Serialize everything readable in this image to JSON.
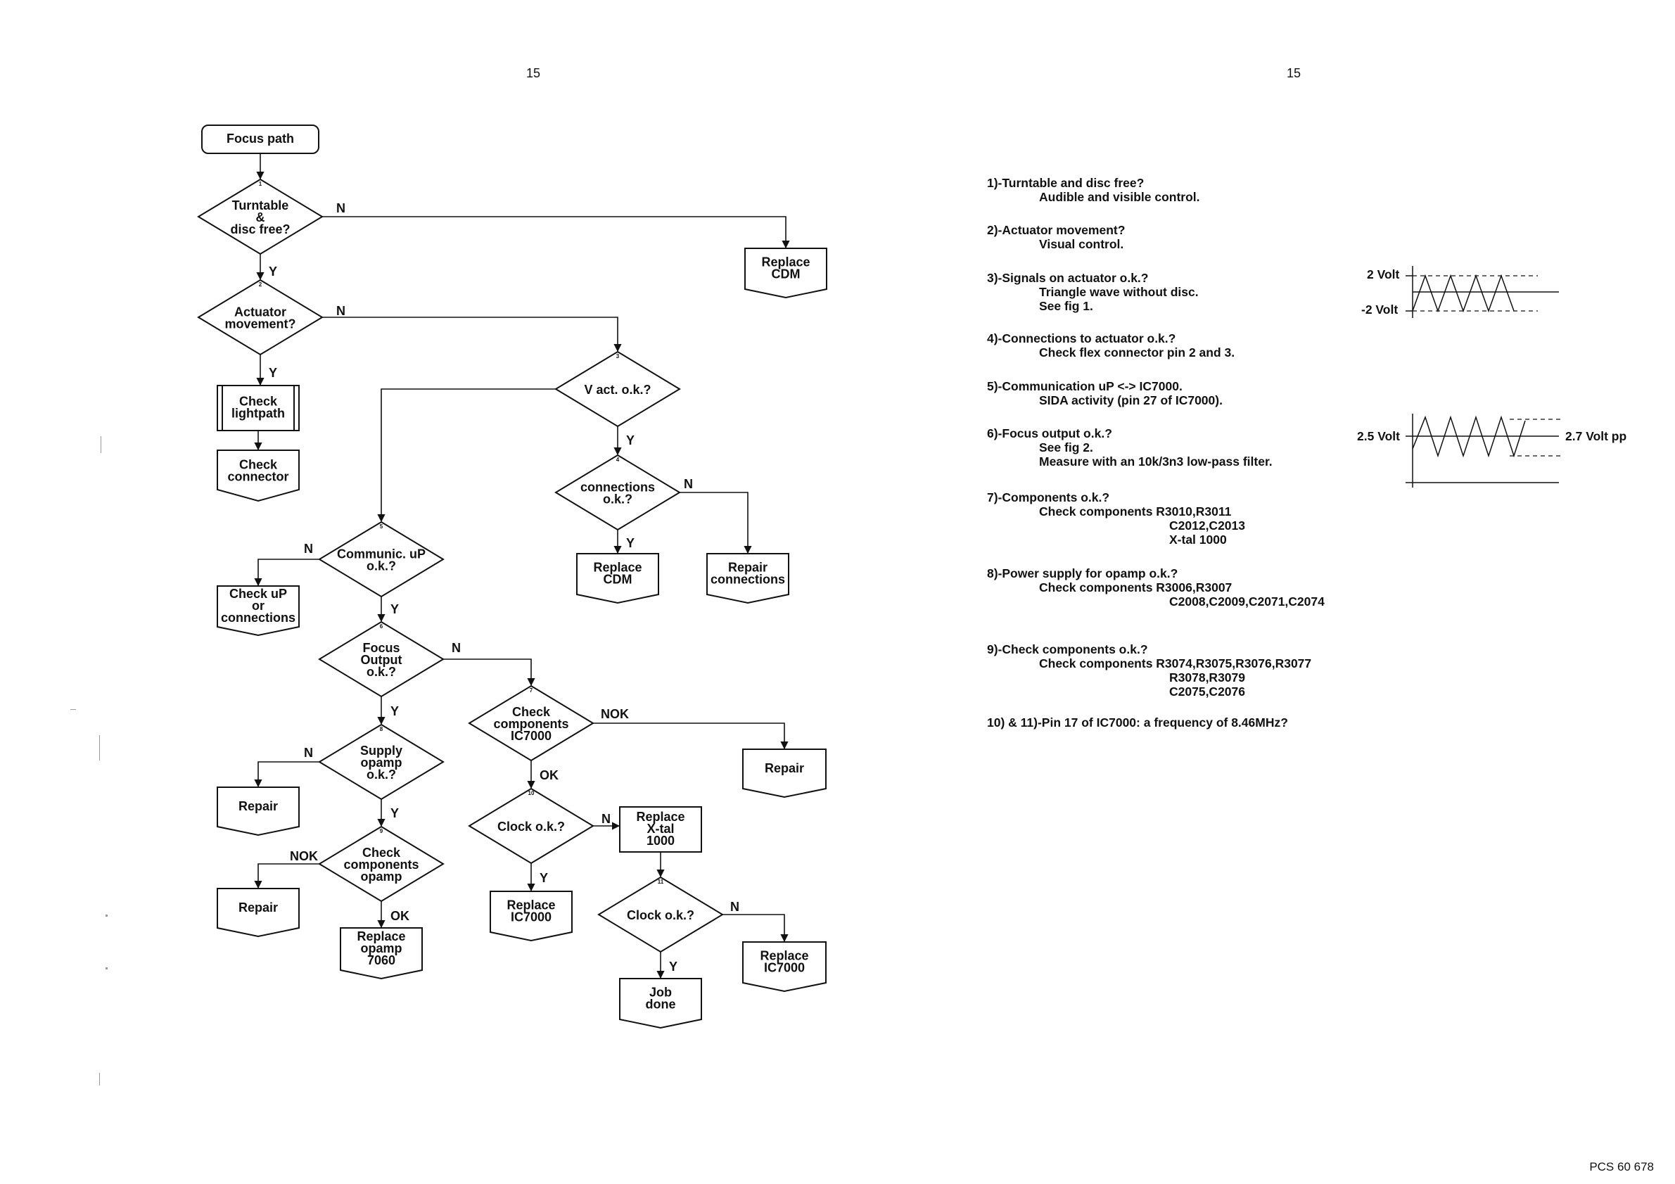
{
  "page": {
    "left_page_number": "15",
    "right_page_number": "15",
    "footer": "PCS 60 678"
  },
  "flowchart": {
    "start": "Focus path",
    "nodes": {
      "turntable": {
        "step": "1",
        "lines": [
          "Turntable",
          "&",
          "disc free?"
        ]
      },
      "actuator": {
        "step": "2",
        "lines": [
          "Actuator",
          "movement?"
        ]
      },
      "check_lightpath": {
        "lines": [
          "Check",
          "lightpath"
        ]
      },
      "check_connector": {
        "lines": [
          "Check",
          "connector"
        ]
      },
      "replace_cdm_1": {
        "lines": [
          "Replace",
          "CDM"
        ]
      },
      "v_act": {
        "step": "3",
        "lines": [
          "V act. o.k.?"
        ]
      },
      "connections": {
        "step": "4",
        "lines": [
          "connections",
          "o.k.?"
        ]
      },
      "replace_cdm_2": {
        "lines": [
          "Replace",
          "CDM"
        ]
      },
      "repair_connections": {
        "lines": [
          "Repair",
          "connections"
        ]
      },
      "communic": {
        "step": "5",
        "lines": [
          "Communic. uP",
          "o.k.?"
        ]
      },
      "check_up": {
        "lines": [
          "Check uP",
          "or",
          "connections"
        ]
      },
      "focus_output": {
        "step": "6",
        "lines": [
          "Focus",
          "Output",
          "o.k.?"
        ]
      },
      "check_comp_ic": {
        "step": "7",
        "lines": [
          "Check",
          "components",
          "IC7000"
        ]
      },
      "repair_1": {
        "lines": [
          "Repair"
        ]
      },
      "supply_opamp": {
        "step": "8",
        "lines": [
          "Supply",
          "opamp",
          "o.k.?"
        ]
      },
      "repair_2": {
        "lines": [
          "Repair"
        ]
      },
      "check_comp_opamp": {
        "step": "9",
        "lines": [
          "Check",
          "components",
          "opamp"
        ]
      },
      "repair_3": {
        "lines": [
          "Repair"
        ]
      },
      "replace_opamp": {
        "lines": [
          "Replace",
          "opamp",
          "7060"
        ]
      },
      "clock_1": {
        "step": "10",
        "lines": [
          "Clock o.k.?"
        ]
      },
      "replace_xtal": {
        "lines": [
          "Replace",
          "X-tal",
          "1000"
        ]
      },
      "replace_ic_1": {
        "lines": [
          "Replace",
          "IC7000"
        ]
      },
      "clock_2": {
        "step": "11",
        "lines": [
          "Clock o.k.?"
        ]
      },
      "replace_ic_2": {
        "lines": [
          "Replace",
          "IC7000"
        ]
      },
      "job_done": {
        "lines": [
          "Job",
          "done"
        ]
      }
    },
    "edge_labels": {
      "yes": "Y",
      "no": "N",
      "ok": "OK",
      "nok": "NOK"
    }
  },
  "notes": [
    {
      "lines": [
        "1)-Turntable and disc free?",
        "Audible and visible control."
      ]
    },
    {
      "lines": [
        "2)-Actuator movement?",
        "Visual control."
      ]
    },
    {
      "lines": [
        "3)-Signals on actuator o.k.?",
        "Triangle wave without disc.",
        "See fig 1."
      ]
    },
    {
      "lines": [
        "4)-Connections to actuator o.k.?",
        "Check flex connector pin 2 and 3."
      ]
    },
    {
      "lines": [
        "5)-Communication uP <-> IC7000.",
        "SIDA activity (pin 27 of IC7000)."
      ]
    },
    {
      "lines": [
        "6)-Focus output o.k.?",
        "See fig 2.",
        "Measure with an 10k/3n3 low-pass filter."
      ]
    },
    {
      "lines": [
        "7)-Components o.k.?",
        "Check components R3010,R3011",
        "C2012,C2013",
        "X-tal 1000"
      ]
    },
    {
      "lines": [
        "8)-Power supply for opamp o.k.?",
        "Check components R3006,R3007",
        "C2008,C2009,C2071,C2074"
      ]
    },
    {
      "lines": [
        "9)-Check components o.k.?",
        "Check components R3074,R3075,R3076,R3077",
        "R3078,R3079",
        "C2075,C2076"
      ]
    },
    {
      "lines": [
        "10) & 11)-Pin 17 of IC7000: a frequency of 8.46MHz?"
      ]
    }
  ],
  "waveforms": {
    "fig1": {
      "upper_label": "2 Volt",
      "lower_label": "-2 Volt"
    },
    "fig2": {
      "left_label": "2.5 Volt",
      "right_label": "2.7 Volt pp"
    }
  }
}
